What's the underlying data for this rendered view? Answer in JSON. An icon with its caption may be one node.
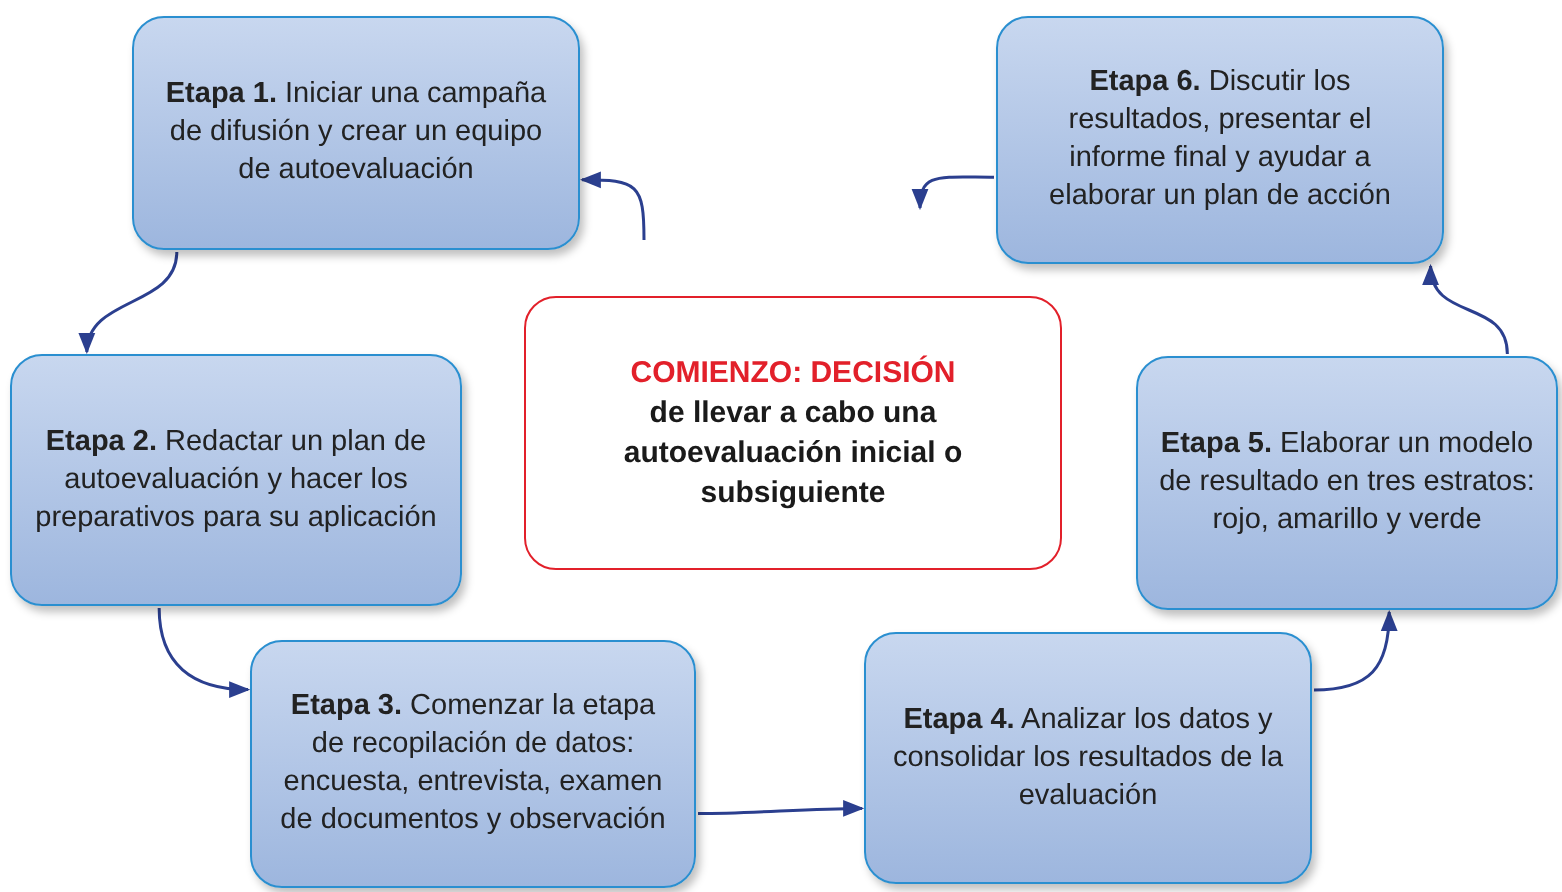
{
  "diagram": {
    "nodes": [
      {
        "text": [
          "**Etapa 1.** Iniciar una campaña de difusión y crear un equipo de autoevaluación"
        ]
      },
      {
        "text": [
          "**Etapa 2.** Redactar un plan de autoevaluación y hacer los preparativos para su aplicación"
        ]
      },
      {
        "text": [
          "**Etapa 3.** Comenzar la etapa de recopilación de datos: encuesta, entrevista, examen de documentos y observación"
        ]
      },
      {
        "text": [
          "**Etapa 4.** Analizar los datos y consolidar los resultados de la evaluación"
        ]
      },
      {
        "text": [
          "**Etapa 5.** Elaborar un modelo de resultado en tres estratos: rojo, amarillo y verde"
        ]
      },
      {
        "text": [
          "**Etapa 6.** Discutir los resultados, presentar el informe final y ayudar a elaborar un plan de acción"
        ]
      },
      {
        "text": [
          "COMIENZO: DECISIÓN",
          "de llevar a cabo una autoevaluación inicial o subsiguiente"
        ]
      }
    ],
    "edges": [
      {
        "from": 0,
        "to": 1,
        "arrow": "to"
      },
      {
        "from": 1,
        "to": 2,
        "arrow": "to"
      },
      {
        "from": 2,
        "to": 3,
        "arrow": "to"
      },
      {
        "from": 3,
        "to": 4,
        "arrow": "to"
      },
      {
        "from": 4,
        "to": 5,
        "arrow": "to"
      },
      {
        "from": 5,
        "to": null,
        "arrow": "to"
      },
      {
        "from": null,
        "to": 0,
        "arrow": "to"
      }
    ]
  }
}
